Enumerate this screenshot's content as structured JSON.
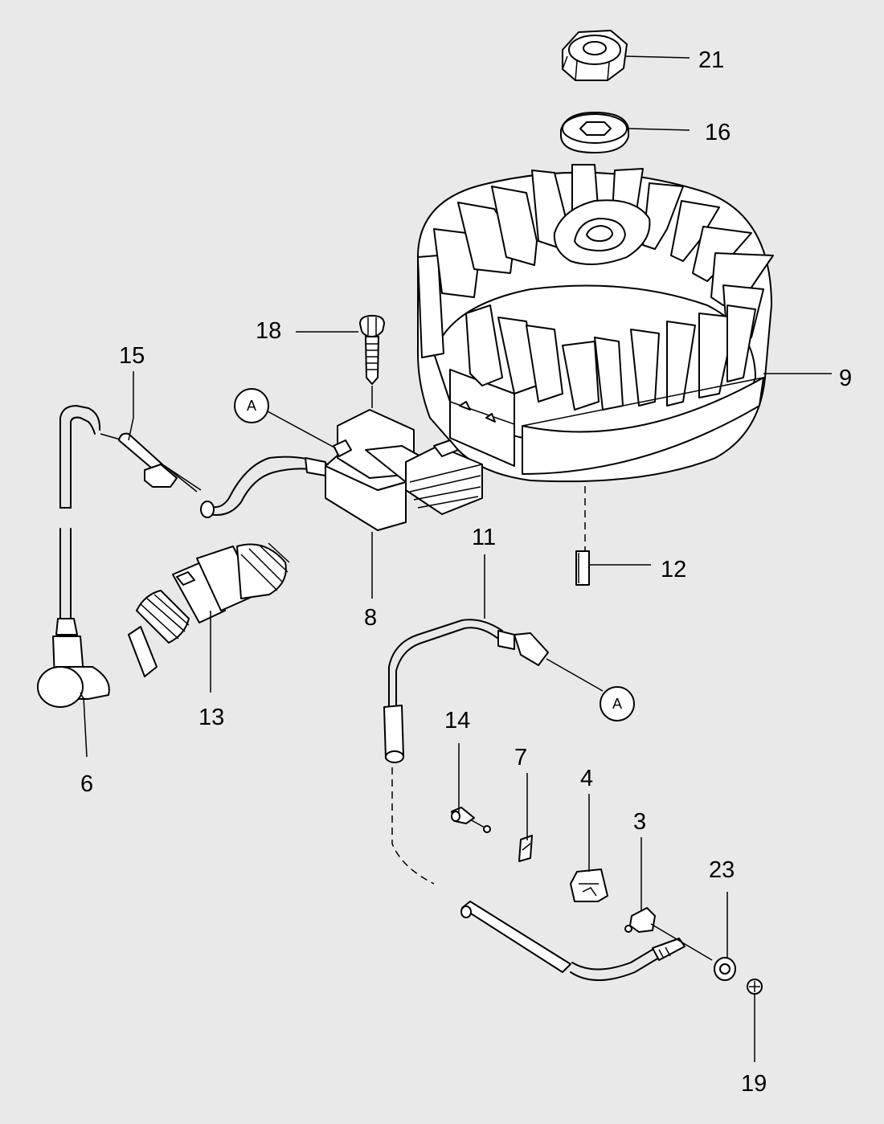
{
  "diagram": {
    "background": "#e9e9e9",
    "line_color": "#000000",
    "ref_marker": "A",
    "callouts": [
      {
        "id": "c21",
        "label": "21",
        "part": "flywheel-nut"
      },
      {
        "id": "c16",
        "label": "16",
        "part": "washer"
      },
      {
        "id": "c9",
        "label": "9",
        "part": "flywheel"
      },
      {
        "id": "c18",
        "label": "18",
        "part": "screw"
      },
      {
        "id": "c15",
        "label": "15",
        "part": "cable-sleeve"
      },
      {
        "id": "c12",
        "label": "12",
        "part": "key"
      },
      {
        "id": "c11",
        "label": "11",
        "part": "stop-wire"
      },
      {
        "id": "c8",
        "label": "8",
        "part": "ignition-module"
      },
      {
        "id": "c13",
        "label": "13",
        "part": "spark-plug"
      },
      {
        "id": "c6",
        "label": "6",
        "part": "spark-plug-boot"
      },
      {
        "id": "c14",
        "label": "14",
        "part": "terminal"
      },
      {
        "id": "c7",
        "label": "7",
        "part": "clip"
      },
      {
        "id": "c4",
        "label": "4",
        "part": "grommet"
      },
      {
        "id": "c3",
        "label": "3",
        "part": "switch"
      },
      {
        "id": "c23",
        "label": "23",
        "part": "washer-small"
      },
      {
        "id": "c19",
        "label": "19",
        "part": "screw-small"
      }
    ]
  }
}
